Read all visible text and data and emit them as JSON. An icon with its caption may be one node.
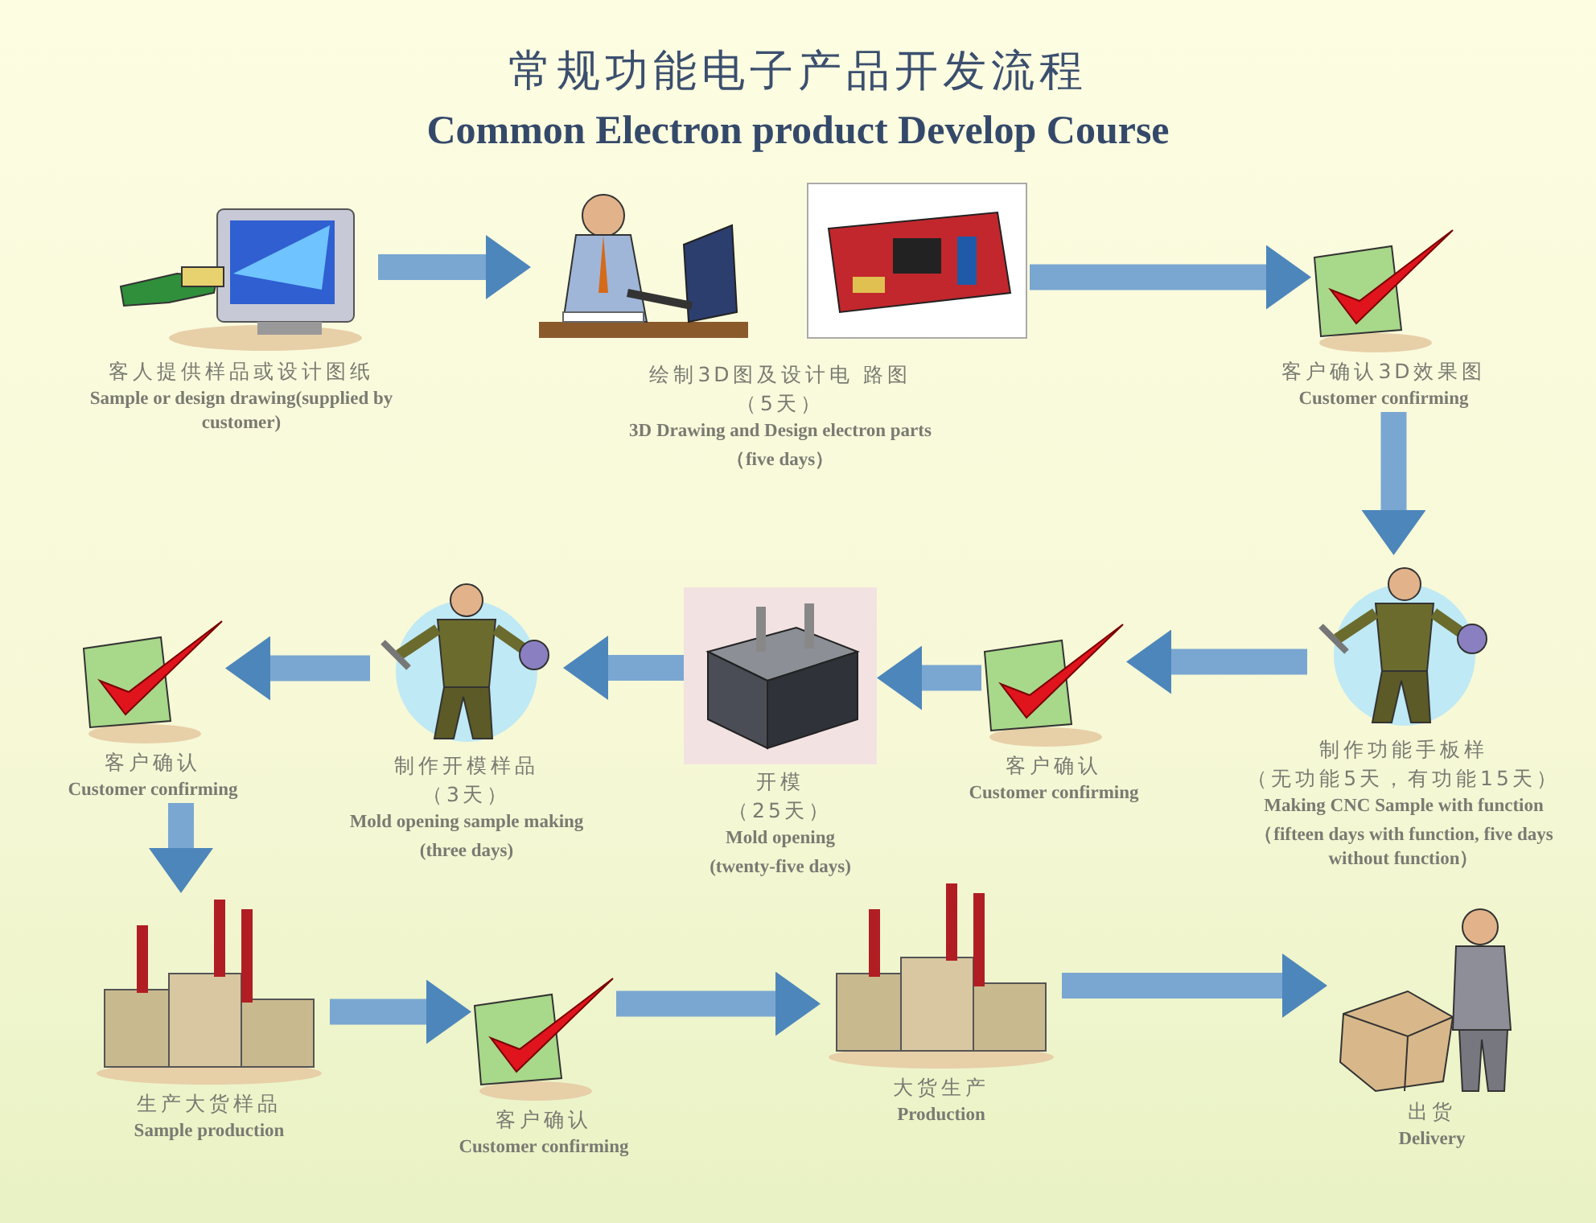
{
  "diagram": {
    "title": "常规功能电子产品开发流程",
    "nodes": [
      {
        "text": [
          "客人提供样品或设计图纸",
          "Sample or design drawing(supplied by customer)"
        ]
      },
      {
        "text": [
          "绘制3D图及设计电 路图",
          "（5天）",
          "3D Drawing and Design electron parts",
          "（five days）"
        ]
      },
      {
        "text": [
          "客户确认3D效果图",
          "Customer confirming"
        ]
      },
      {
        "text": [
          "制作功能手板样",
          "（无功能5天，有功能15天）",
          "Making CNC Sample with function",
          "（fifteen days with function, five days without function）"
        ]
      },
      {
        "text": [
          "客户确认",
          "Customer confirming"
        ]
      },
      {
        "text": [
          "开模",
          "（25天）",
          "Mold opening",
          "(twenty-five days)"
        ]
      },
      {
        "text": [
          "制作开模样品",
          "（3天）",
          "Mold opening sample making",
          "(three days)"
        ]
      },
      {
        "text": [
          "客户确认",
          "Customer confirming"
        ]
      },
      {
        "text": [
          "生产大货样品",
          "Sample production"
        ]
      },
      {
        "text": [
          "客户确认",
          "Customer confirming"
        ]
      },
      {
        "text": [
          "大货生产",
          "Production"
        ]
      },
      {
        "text": [
          "出货",
          "Delivery"
        ]
      }
    ],
    "edges": [
      {
        "from": 0,
        "to": 1,
        "arrow": "to"
      },
      {
        "from": 1,
        "to": 2,
        "arrow": "to"
      },
      {
        "from": 2,
        "to": 3,
        "arrow": "to"
      },
      {
        "from": 3,
        "to": 4,
        "arrow": "to"
      },
      {
        "from": 4,
        "to": 5,
        "arrow": "to"
      },
      {
        "from": 5,
        "to": 6,
        "arrow": "to"
      },
      {
        "from": 6,
        "to": 7,
        "arrow": "to"
      },
      {
        "from": 7,
        "to": 8,
        "arrow": "to"
      },
      {
        "from": 8,
        "to": 9,
        "arrow": "to"
      },
      {
        "from": 9,
        "to": 10,
        "arrow": "to"
      },
      {
        "from": 10,
        "to": 11,
        "arrow": "to"
      }
    ],
    "labels": [
      "Common Electron product Develop Course"
    ]
  }
}
